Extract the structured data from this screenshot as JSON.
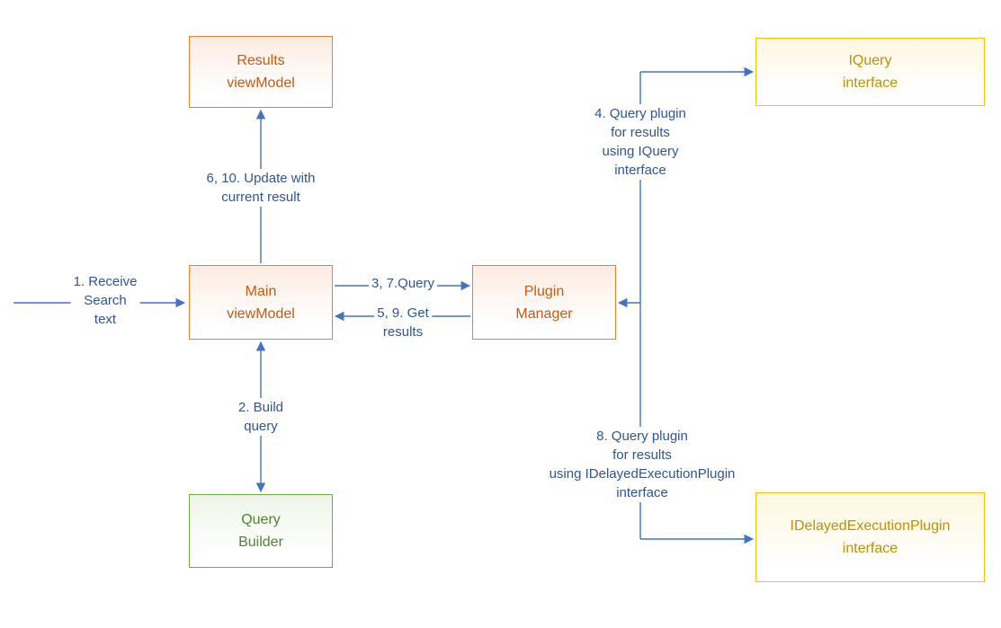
{
  "colors": {
    "connector": "#4472C4",
    "label_text": "#2F5597",
    "orange_border": "#ED7D31",
    "orange_text": "#C55A11",
    "gold_border": "#FFC000",
    "gold_text": "#BF9000",
    "green_border": "#70AD47",
    "green_text": "#538135"
  },
  "boxes": {
    "results_viewmodel": "Results\nviewModel",
    "iquery_interface": "IQuery\ninterface",
    "main_viewmodel": "Main\nviewModel",
    "plugin_manager": "Plugin\nManager",
    "query_builder": "Query\nBuilder",
    "idelayed_interface": "IDelayedExecutionPlugin\ninterface"
  },
  "labels": {
    "receive_search": "1. Receive\nSearch\ntext",
    "update_result": "6, 10. Update with\ncurrent result",
    "query": "3, 7.Query",
    "get_results": "5, 9. Get\nresults",
    "build_query": "2. Build\nquery",
    "query_iquery": "4. Query plugin\nfor results\nusing IQuery\ninterface",
    "query_idelayed": "8. Query plugin\nfor results\nusing IDelayedExecutionPlugin\ninterface"
  }
}
